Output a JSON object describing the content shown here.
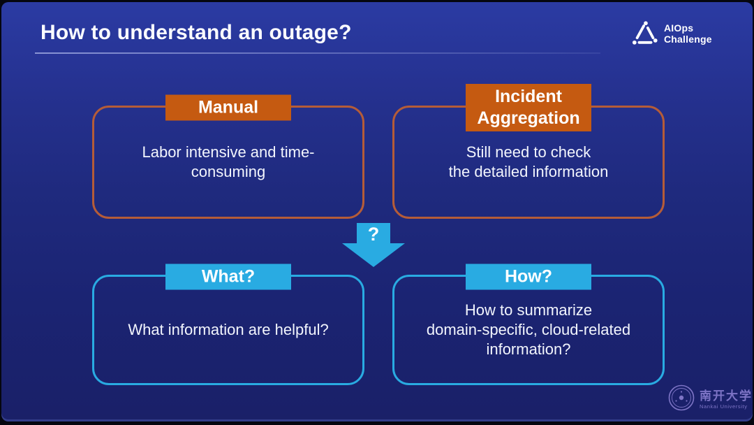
{
  "header": {
    "title": "How to understand an outage?",
    "logo": {
      "line1": "AIOps",
      "line2": "Challenge"
    }
  },
  "panels": [
    {
      "id": "manual",
      "accent": "orange",
      "header_lines": [
        "Manual"
      ],
      "body_lines": [
        "Labor intensive and time-",
        "consuming"
      ]
    },
    {
      "id": "incident-aggregation",
      "accent": "orange",
      "header_lines": [
        "Incident",
        "Aggregation"
      ],
      "body_lines": [
        "Still need to check",
        "the detailed information"
      ]
    },
    {
      "id": "what",
      "accent": "blue",
      "header_lines": [
        "What?"
      ],
      "body_lines": [
        "What information are helpful?"
      ]
    },
    {
      "id": "how",
      "accent": "blue",
      "header_lines": [
        "How?"
      ],
      "body_lines": [
        "How to summarize",
        "domain-specific, cloud-related",
        "information?"
      ]
    }
  ],
  "arrow": {
    "label": "?"
  },
  "footer": {
    "university_seal_chinese": "南开大学",
    "university_seal_english": "Nankai University"
  },
  "colors": {
    "background_top": "#2B3BA3",
    "background_bottom": "#1A2068",
    "orange": "#C55A11",
    "orange_border": "#B55C38",
    "blue": "#29ABE2",
    "text": "#FFFFFF"
  }
}
